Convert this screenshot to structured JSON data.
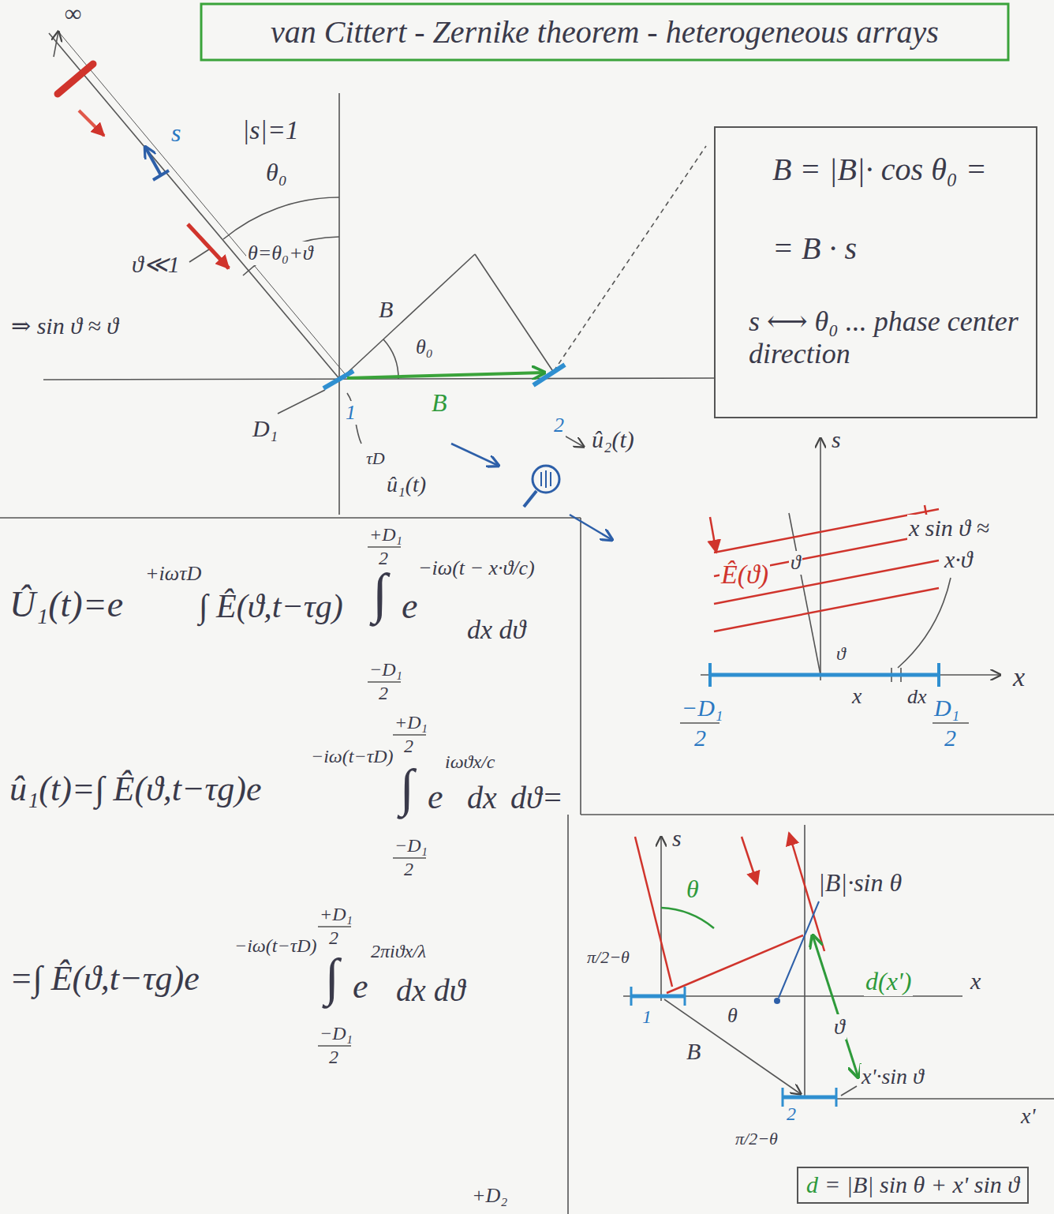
{
  "diagram": {
    "title": "van Cittert - Zernike theorem - heterogeneous arrays",
    "nodes": [
      {
        "text": [
          "B = |B|· cos θ₀ =",
          "= B · s",
          "s ⟷ θ₀ ... phase center direction"
        ]
      },
      {
        "text": [
          "d",
          "= |B| sin θ + x' sin ϑ"
        ]
      }
    ],
    "labels": [
      "∞",
      "s",
      "|s|=1",
      "θ₀",
      "θ=θ₀+ϑ",
      "ϑ≪1",
      "⇒ sin ϑ ≈ ϑ",
      "B",
      "θ₀",
      "D₁",
      "1",
      "B",
      "2",
      "û₂(t)",
      "τD",
      "û₁(t)",
      "Ê(ϑ)",
      "ϑ",
      "x sin ϑ ≈",
      "x·ϑ",
      "ϑ",
      "x",
      "x",
      "dx",
      "−D₁",
      "2",
      "D₁",
      "2",
      "s",
      "Û₁(t)=e",
      "+iωτD",
      "∫ Ê(ϑ,t−τg)",
      "∫",
      "e",
      "−iω(t − x·ϑ/c)",
      "dx dϑ",
      "+D₁",
      "2",
      "−D₁",
      "2",
      "û₁(t)=∫ Ê(ϑ,t−τg)e",
      "−iω(t−τD)",
      "∫",
      "e",
      "iωϑx/c",
      "dx",
      "dϑ=",
      "+D₁",
      "2",
      "−D₁",
      "2",
      "=∫ Ê(ϑ,t−τg)e",
      "−iω(t−τD)",
      "∫",
      "e",
      "2πiϑx/λ",
      "dx dϑ",
      "+D₁",
      "2",
      "−D₁",
      "2",
      "+D₂",
      "s",
      "θ",
      "π/2−θ",
      "|B|·sin θ",
      "d(x')",
      "x",
      "1",
      "θ",
      "ϑ",
      "B",
      "2",
      "x'·sin ϑ",
      "x'",
      "π/2−θ"
    ]
  }
}
